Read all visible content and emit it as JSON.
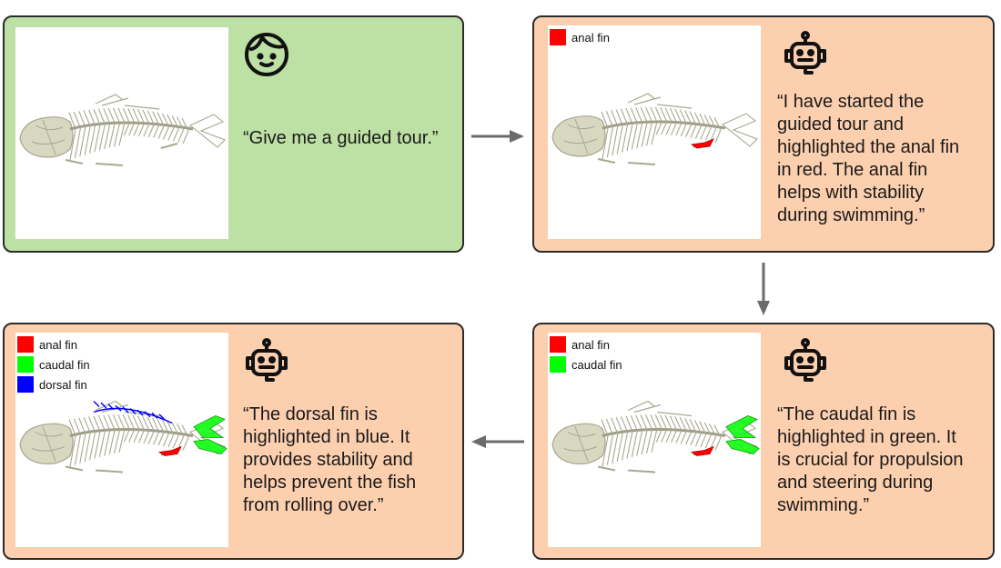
{
  "colors": {
    "anal_fin": "#ff0000",
    "caudal_fin": "#00ff00",
    "dorsal_fin": "#0000ff",
    "user_panel_bg": "#bde0a4",
    "assistant_panel_bg": "#fccfae"
  },
  "panels": [
    {
      "role": "user",
      "icon": "person-face-icon",
      "text": "“Give me a guided tour.”",
      "legend": []
    },
    {
      "role": "assistant",
      "icon": "robot-icon",
      "text": "“I have started the\nguided tour and\nhighlighted the anal fin\nin red. The anal fin\nhelps with stability\nduring swimming.”",
      "legend": [
        {
          "label": "anal fin",
          "color": "#ff0000"
        }
      ]
    },
    {
      "role": "assistant",
      "icon": "robot-icon",
      "text": "“The caudal fin is\nhighlighted in green. It\nis crucial for propulsion\nand steering during\nswimming.”",
      "legend": [
        {
          "label": "anal fin",
          "color": "#ff0000"
        },
        {
          "label": "caudal fin",
          "color": "#00ff00"
        }
      ]
    },
    {
      "role": "assistant",
      "icon": "robot-icon",
      "text": "“The dorsal fin is\nhighlighted in blue. It\nprovides stability and\nhelps prevent the fish\nfrom rolling over.”",
      "legend": [
        {
          "label": "anal fin",
          "color": "#ff0000"
        },
        {
          "label": "caudal fin",
          "color": "#00ff00"
        },
        {
          "label": "dorsal fin",
          "color": "#0000ff"
        }
      ]
    }
  ]
}
